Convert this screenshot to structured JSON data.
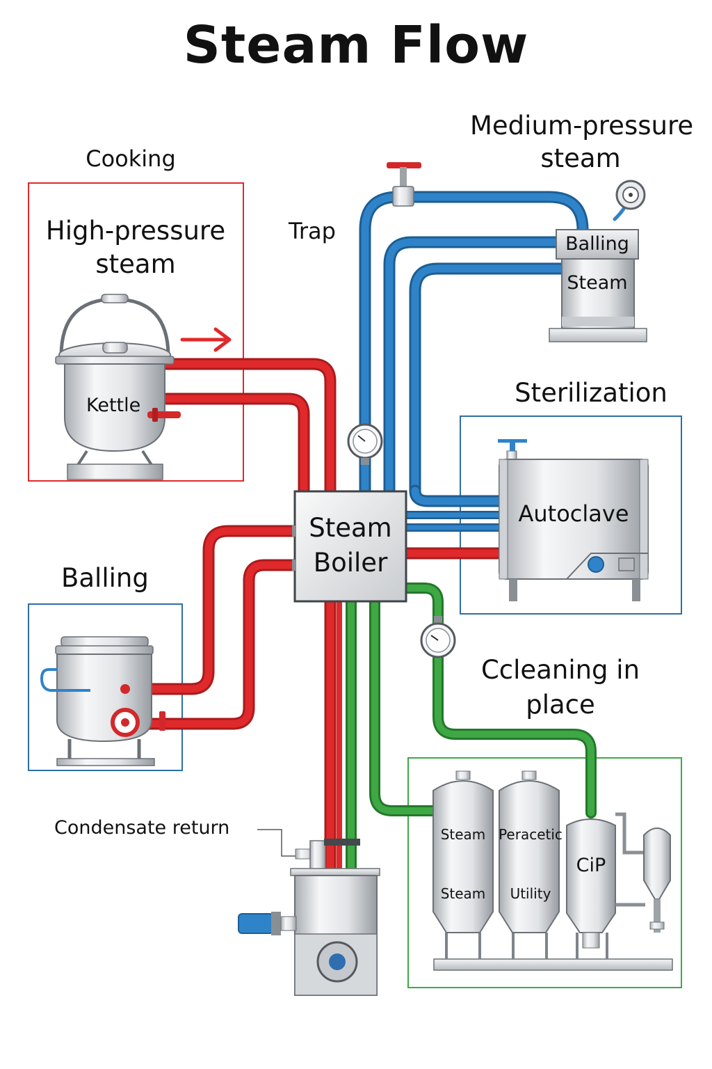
{
  "title": "Steam Flow",
  "sections": {
    "cooking": "Cooking",
    "high_pressure_line1": "High-pressure",
    "high_pressure_line2": "steam",
    "trap": "Trap",
    "medium_pressure_line1": "Medium-pressure",
    "medium_pressure_line2": "steam",
    "sterilization": "Sterilization",
    "balling": "Balling",
    "cleaning_line1": "Ccleaning in",
    "cleaning_line2": "place",
    "condensate": "Condensate return"
  },
  "equipment": {
    "kettle": "Kettle",
    "boiler_line1": "Steam",
    "boiler_line2": "Boiler",
    "autoclave": "Autoclave",
    "mp_unit_top": "Balling",
    "mp_unit_bottom": "Steam",
    "tank1_top": "Steam",
    "tank1_bottom": "Steam",
    "tank2_top": "Peracetic",
    "tank2_bottom": "Utility",
    "tank3": "CiP"
  },
  "colors": {
    "high_pressure": "#e0292b",
    "medium_pressure": "#2f83c9",
    "cleaning": "#3ea845",
    "cooking_box": "#e0292b",
    "sterilization_box": "#2e6ea6",
    "balling_box": "#2e6ea6",
    "cip_box": "#3ea845"
  },
  "icons": {
    "valve": "valve-icon",
    "gauge": "pressure-gauge-icon",
    "motor": "pump-motor-icon"
  }
}
